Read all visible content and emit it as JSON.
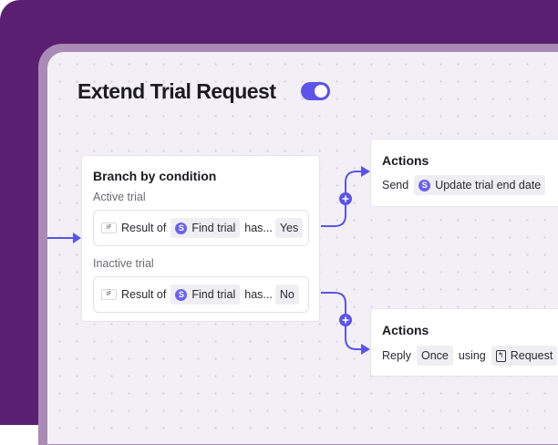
{
  "title": "Extend Trial Request",
  "toggle_on": true,
  "accent": "#5b53ea",
  "branch": {
    "heading": "Branch by condition",
    "conditions": [
      {
        "label": "Active trial",
        "if": "IF",
        "prefix": "Result of",
        "source_icon": "s-icon",
        "source": "Find trial",
        "op": "has...",
        "value": "Yes"
      },
      {
        "label": "Inactive trial",
        "if": "IF",
        "prefix": "Result of",
        "source_icon": "s-icon",
        "source": "Find trial",
        "op": "has...",
        "value": "No"
      }
    ]
  },
  "actions": [
    {
      "heading": "Actions",
      "verb": "Send",
      "target_icon": "s-icon",
      "target": "Update trial end date"
    },
    {
      "heading": "Actions",
      "verb": "Reply",
      "mode": "Once",
      "using": "using",
      "target_icon": "reply-doc-icon",
      "target": "Request"
    }
  ]
}
